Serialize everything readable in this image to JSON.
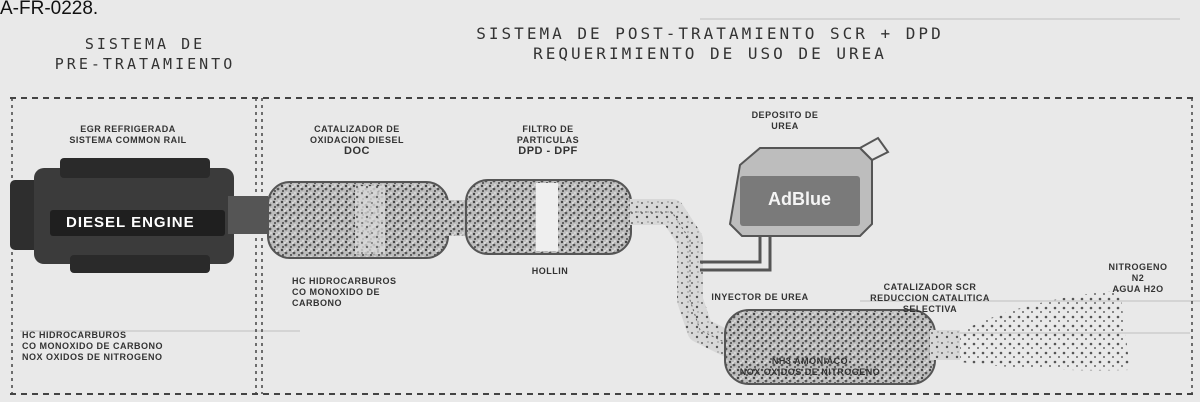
{
  "header": {
    "doc_id": "A-FR-0228.",
    "pre_title_line1": "SISTEMA DE",
    "pre_title_line2": "PRE-TRATAMIENTO",
    "post_title_line1": "SISTEMA DE POST-TRATAMIENTO SCR + DPD",
    "post_title_line2": "REQUERIMIENTO DE USO DE UREA"
  },
  "labels": {
    "egr_line1": "EGR REFRIGERADA",
    "egr_line2": "SISTEMA COMMON RAIL",
    "engine": "DIESEL ENGINE",
    "doc_line1": "CATALIZADOR DE",
    "doc_line2": "OXIDACION DIESEL",
    "doc_line3": "DOC",
    "dpf_line1": "FILTRO DE",
    "dpf_line2": "PARTICULAS",
    "dpf_line3": "DPD - DPF",
    "tank_line1": "DEPOSITO DE",
    "tank_line2": "UREA",
    "adblue": "AdBlue",
    "hollin": "HOLLIN",
    "hc_doc_line1": "HC HIDROCARBUROS",
    "hc_doc_line2": "CO MONOXIDO DE",
    "hc_doc_line3": "CARBONO",
    "hc_left_line1": "HC HIDROCARBUROS",
    "hc_left_line2": "CO MONOXIDO DE CARBONO",
    "hc_left_line3": "NOX OXIDOS DE NITROGENO",
    "injector": "INYECTOR DE UREA",
    "scr_line1": "CATALIZADOR SCR",
    "scr_line2": "REDUCCION CATALITICA",
    "scr_line3": "SELECTIVA",
    "n2_line1": "NITROGENO",
    "n2_line2": "N2",
    "n2_line3": "AGUA H2O",
    "nh3_line1": "NH3 AMONIACO",
    "nh3_line2": "NOX OXIDOS DE NITROGENO"
  }
}
